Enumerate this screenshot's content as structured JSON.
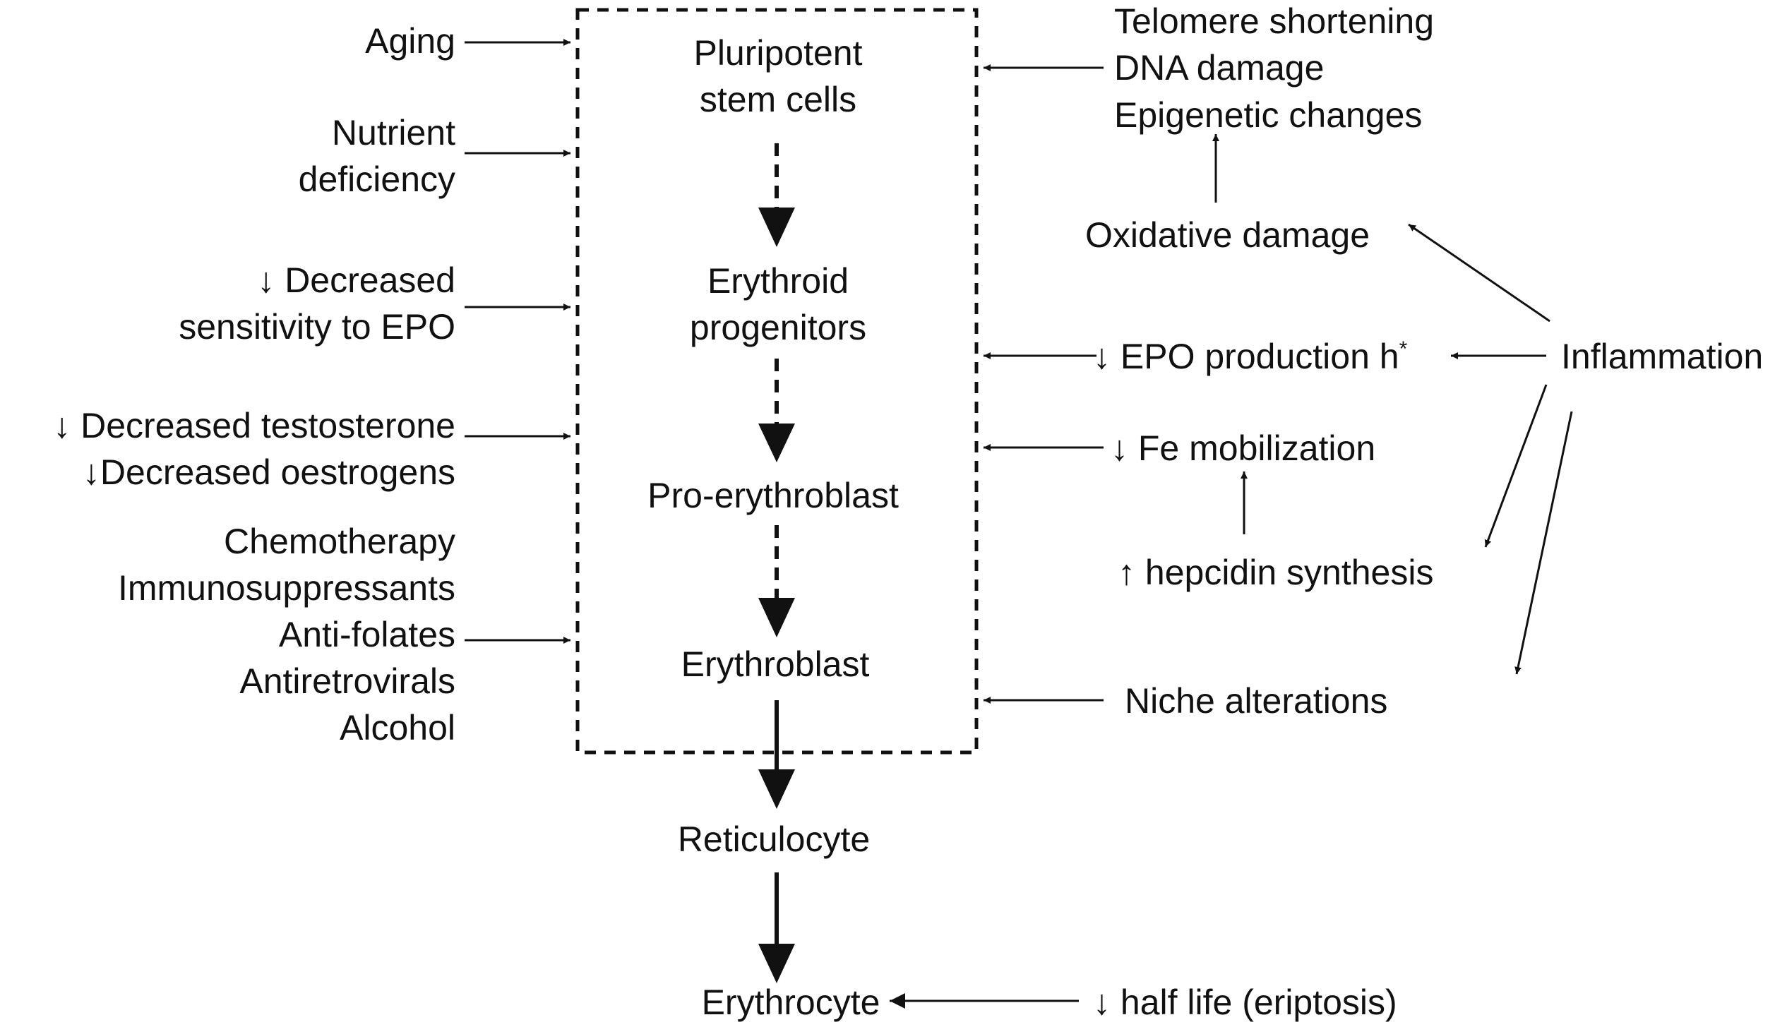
{
  "colors": {
    "ink": "#111111",
    "background": "#ffffff"
  },
  "stages": {
    "stem_line1": "Pluripotent",
    "stem_line2": "stem cells",
    "progenitors_line1": "Erythroid",
    "progenitors_line2": "progenitors",
    "pro_erythroblast": "Pro-erythroblast",
    "erythroblast": "Erythroblast",
    "reticulocyte": "Reticulocyte",
    "erythrocyte": "Erythrocyte"
  },
  "left_factors": {
    "aging": "Aging",
    "nutrient_line1": "Nutrient",
    "nutrient_line2": "deficiency",
    "epo_sens_line1": "↓ Decreased",
    "epo_sens_line2": "sensitivity to EPO",
    "hormones_line1": "↓ Decreased testosterone",
    "hormones_line2": "↓Decreased oestrogens",
    "drugs": [
      "Chemotherapy",
      "Immunosuppressants",
      "Anti-folates",
      "Antiretrovirals",
      "Alcohol"
    ]
  },
  "right_factors": {
    "damage": [
      "Telomere shortening",
      "DNA damage",
      "Epigenetic changes"
    ],
    "oxidative": "Oxidative damage",
    "epo_production": "↓ EPO production h",
    "epo_production_mark": "*",
    "fe_mobilization": "↓ Fe mobilization",
    "hepcidin": "↑ hepcidin synthesis",
    "niche": "Niche alterations",
    "inflammation": "Inflammation",
    "half_life": "↓ half life (eriptosis)"
  }
}
